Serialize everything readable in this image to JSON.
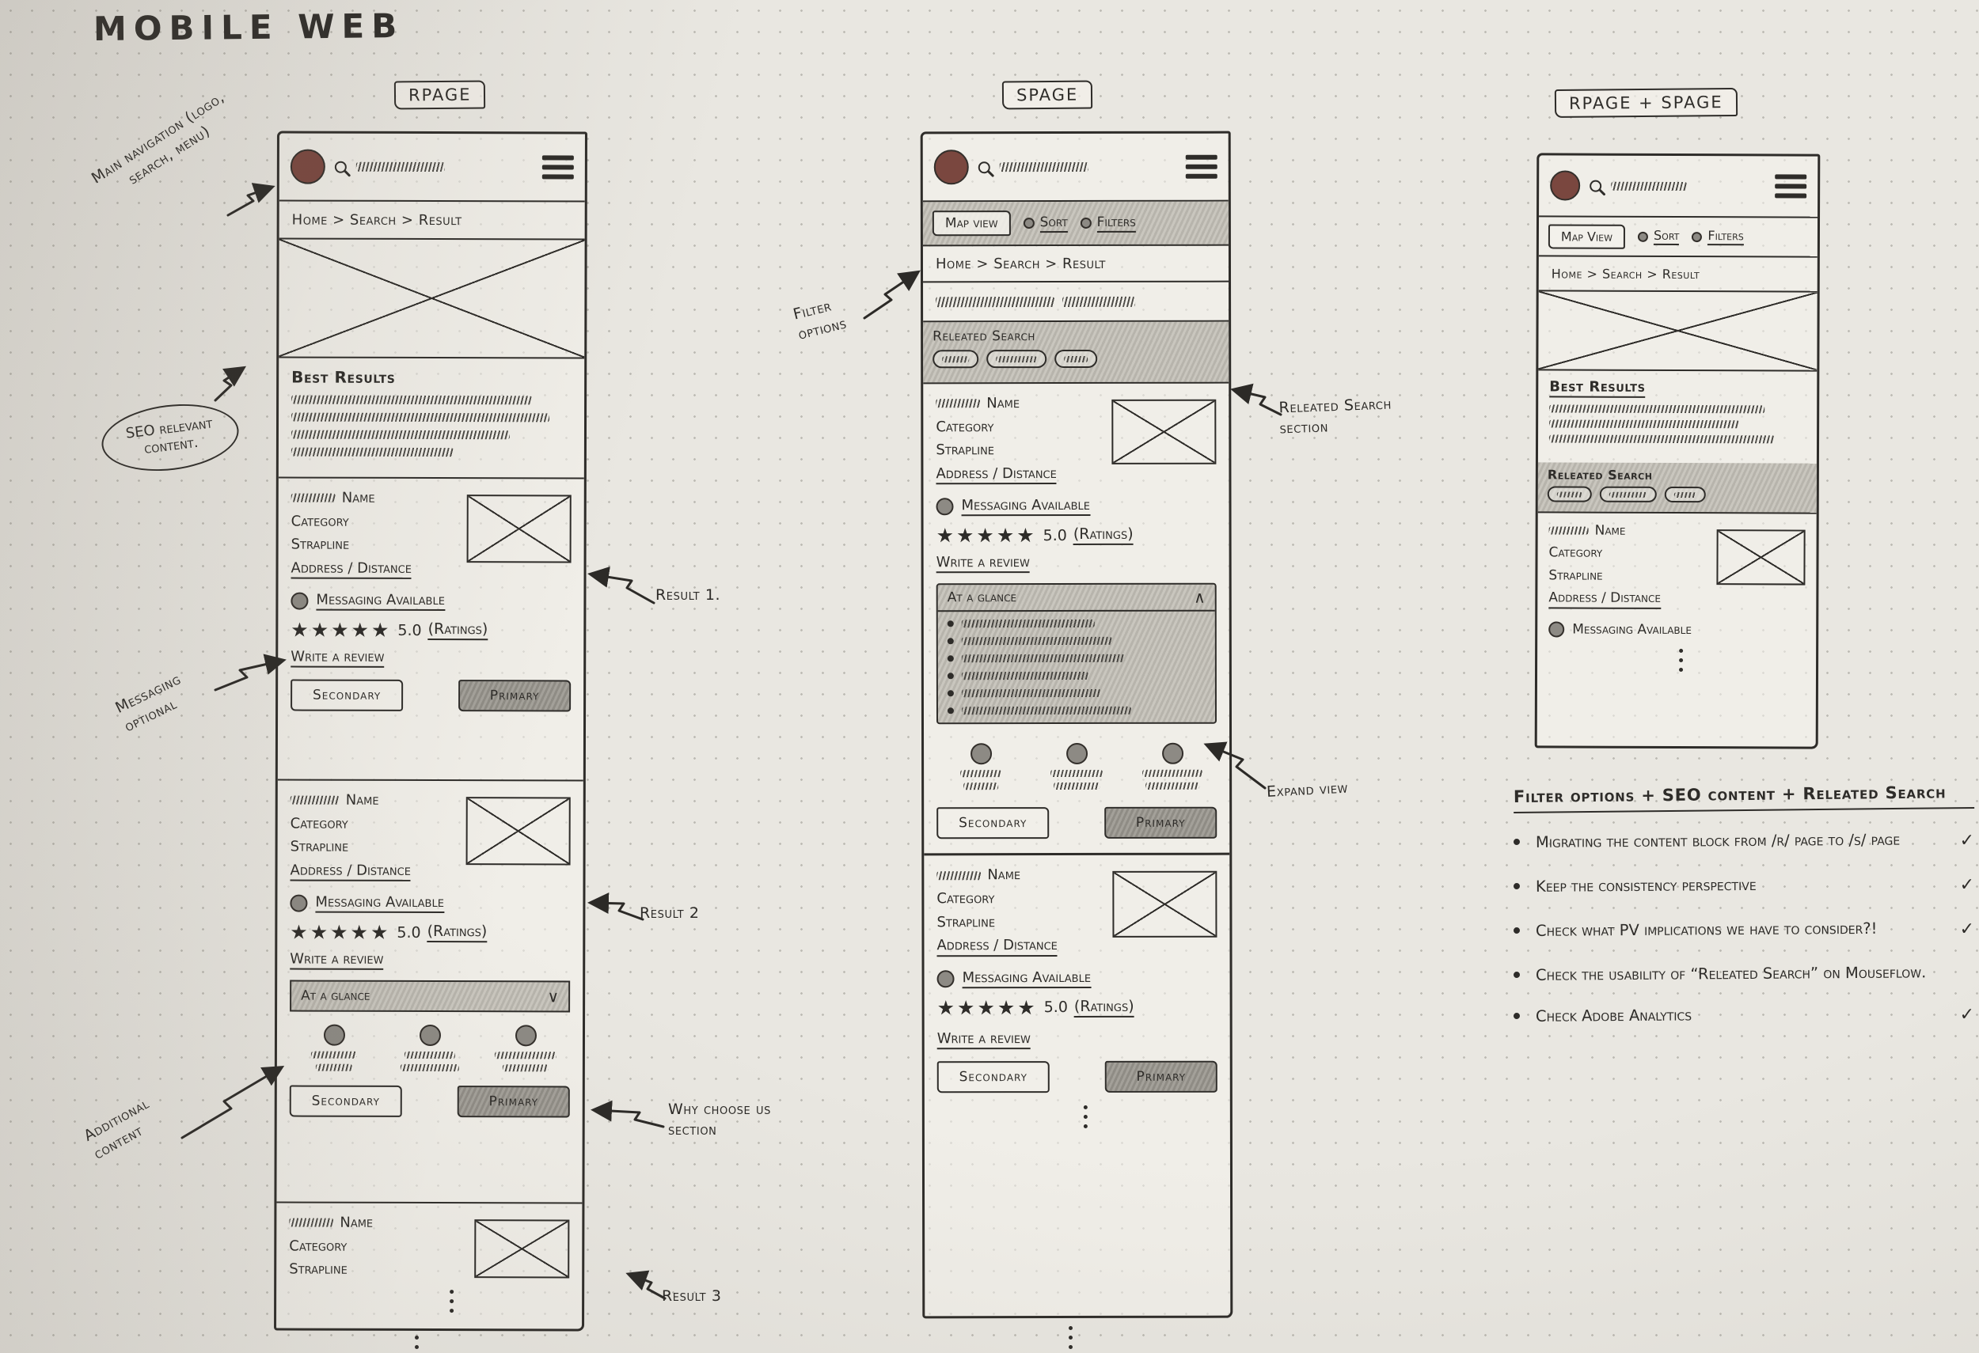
{
  "page": {
    "title": "MOBILE WEB"
  },
  "frames": {
    "rpage": {
      "label": "RPAGE"
    },
    "spage": {
      "label": "SPAGE"
    },
    "combo": {
      "label": "RPAGE + SPAGE"
    }
  },
  "labels": {
    "breadcrumb": "Home > Search > Result",
    "best_results": "Best Results",
    "related_search": "Releated Search",
    "map_view": "Map view",
    "map_view_alt": "Map View",
    "sort": "Sort",
    "filters": "Filters",
    "name": "Name",
    "category": "Category",
    "strapline": "Strapline",
    "address": "Address / Distance",
    "messaging": "Messaging Available",
    "stars": "★★★★★",
    "rating": "5.0",
    "ratings": "(Ratings)",
    "write_review": "Write a review",
    "secondary": "Secondary",
    "primary": "Primary",
    "at_a_glance": "At a glance",
    "chev_down": "∨",
    "chev_up": "∧"
  },
  "annotations": {
    "main_nav": "Main navigation (logo, search, menu)",
    "seo": "SEO relevant content.",
    "filter_options": "Filter options",
    "related_section": "Releated Search section",
    "result1": "Result 1.",
    "messaging_optional": "Messaging optional",
    "result2": "Result 2",
    "additional_content": "Additional content",
    "why_choose": "Why choose us section",
    "expand_view": "Expand view",
    "result3": "Result 3"
  },
  "notes": {
    "title": "Filter options + SEO content + Releated Search",
    "items": [
      {
        "text": "Migrating the content block from /r/ page to /s/ page",
        "check": "✓"
      },
      {
        "text": "Keep the consistency perspective",
        "check": "✓"
      },
      {
        "text": "Check what PV implications we have to consider?!",
        "check": "✓"
      },
      {
        "text": "Check the usability of “Releated Search” on Mouseflow.",
        "check": ""
      },
      {
        "text": "Check Adobe Analytics",
        "check": "✓"
      }
    ]
  }
}
